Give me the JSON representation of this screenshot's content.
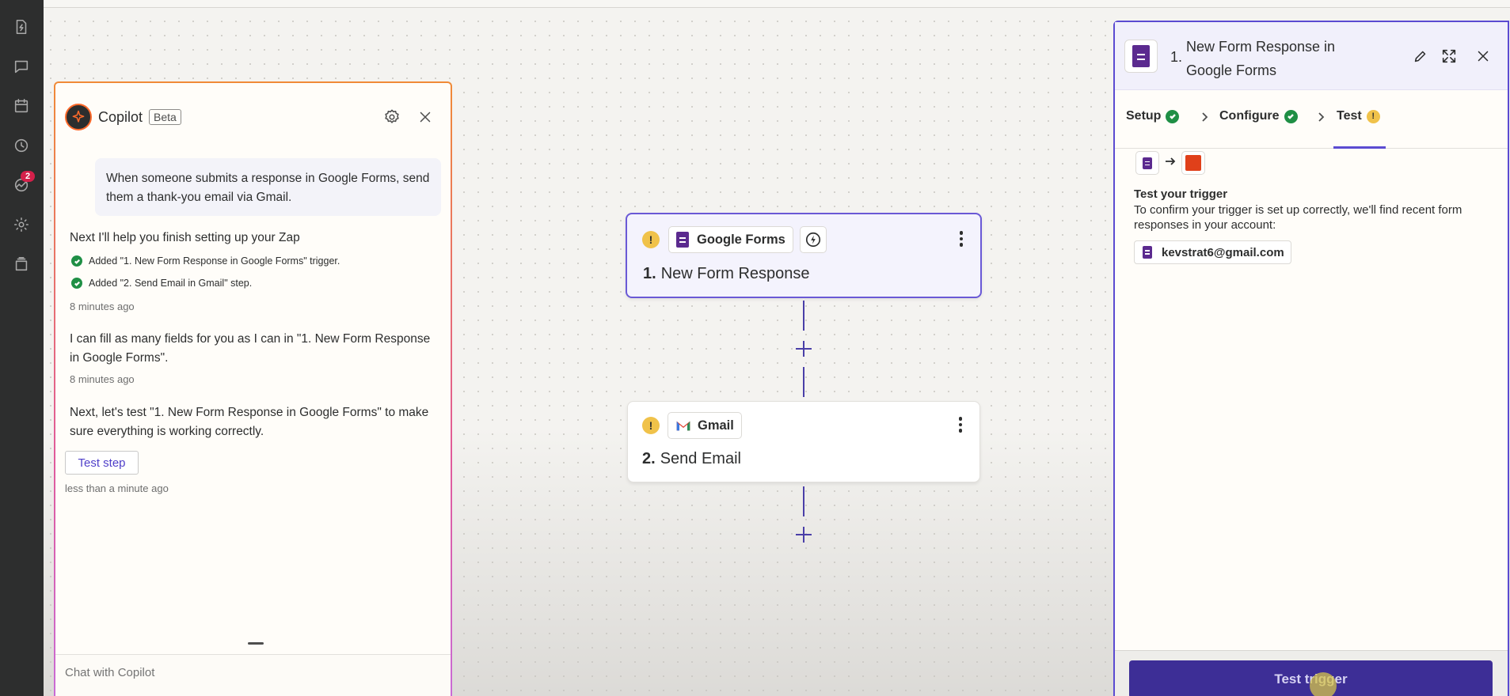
{
  "rail": {
    "badge_count": "2",
    "icons": [
      "zap-file-icon",
      "chat-icon",
      "calendar-icon",
      "history-icon",
      "analytics-icon",
      "settings-icon",
      "stack-icon"
    ]
  },
  "copilot": {
    "title": "Copilot",
    "badge": "Beta",
    "user_message": "When someone submits a response in Google Forms, send them a thank-you email via Gmail.",
    "msg1": "Next I'll help you finish setting up your Zap",
    "check1": "Added \"1. New Form Response in Google Forms\" trigger.",
    "check2": "Added \"2. Send Email in Gmail\" step.",
    "time1": "8 minutes ago",
    "msg2": "I can fill as many fields for you as I can in \"1. New Form Response in Google Forms\".",
    "time2": "8 minutes ago",
    "msg3": "Next, let's test \"1. New Form Response in Google Forms\" to make sure everything is working correctly.",
    "test_step_label": "Test step",
    "time3": "less than a minute ago",
    "chat_placeholder": "Chat with Copilot"
  },
  "steps": [
    {
      "num": "1.",
      "title": "New Form Response",
      "app": "Google Forms",
      "warning": "!"
    },
    {
      "num": "2.",
      "title": "Send Email",
      "app": "Gmail",
      "warning": "!"
    }
  ],
  "panel": {
    "num": "1.",
    "title": "New Form Response in Google Forms",
    "tabs": [
      {
        "label": "Setup",
        "status": "complete"
      },
      {
        "label": "Configure",
        "status": "complete"
      },
      {
        "label": "Test",
        "status": "warning"
      }
    ],
    "warning_mark": "!",
    "test_heading": "Test your trigger",
    "test_desc": "To confirm your trigger is set up correctly, we'll find recent form responses in your account:",
    "account": "kevstrat6@gmail.com",
    "test_button": "Test trigger"
  },
  "colors": {
    "accent": "#5b4bd1",
    "success": "#1f8f45",
    "warning": "#f0c24a",
    "google_forms": "#5b2a8f",
    "button_bg": "#3d2e96"
  }
}
